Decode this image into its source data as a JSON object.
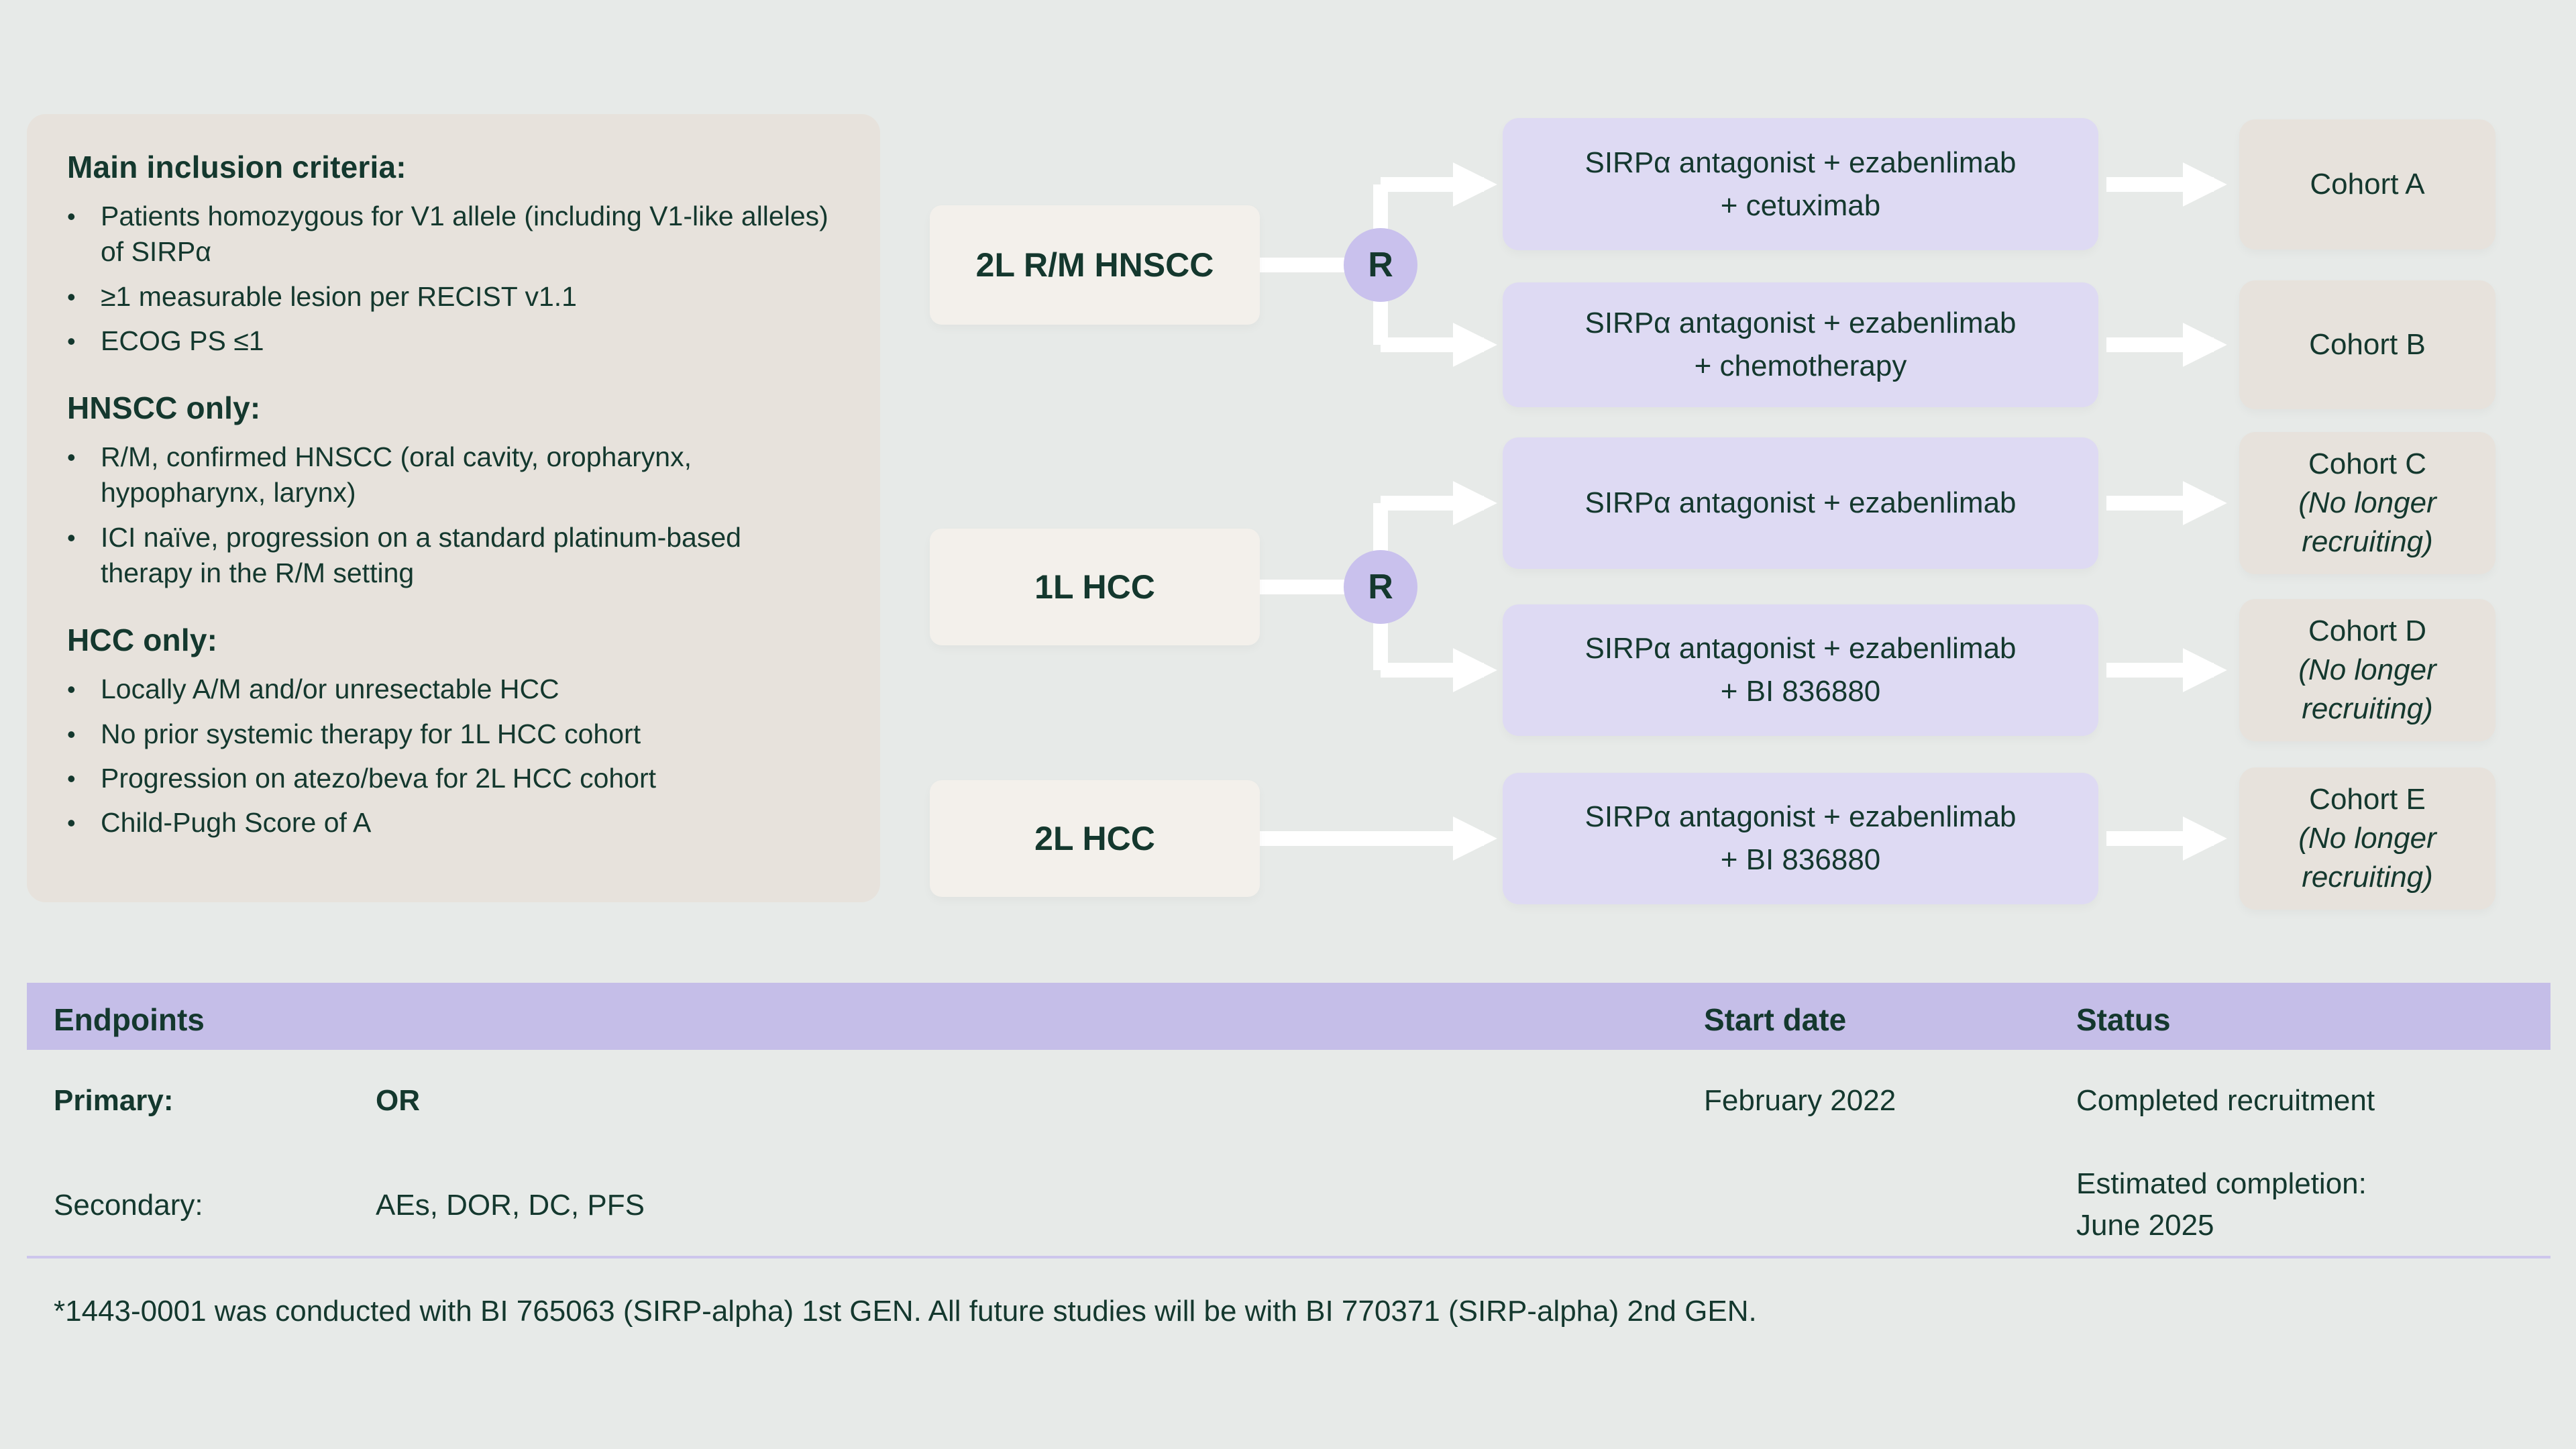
{
  "ui": {
    "bullet_char": "•"
  },
  "colors": {
    "page_background": "#e7eae8",
    "criteria_panel": "#e7e2dc",
    "stage_box": "#f3f0eb",
    "treatment_box": "#dedaf3",
    "randomization_circle": "#c9c1ed",
    "cohort_box": "#e7e2dc",
    "table_header": "#c5bee8",
    "divider": "#cdc6ec",
    "text": "#14382e",
    "arrows": "#ffffff"
  },
  "criteria": {
    "sections": [
      {
        "heading": "Main inclusion criteria:",
        "bullets": [
          "Patients homozygous for V1 allele (including V1-like alleles) of SIRPα",
          "≥1 measurable lesion per RECIST v1.1",
          "ECOG PS ≤1"
        ]
      },
      {
        "heading": "HNSCC only:",
        "bullets": [
          "R/M, confirmed HNSCC (oral cavity, oropharynx, hypopharynx, larynx)",
          "ICI naïve, progression on a standard platinum-based therapy in the R/M setting"
        ]
      },
      {
        "heading": "HCC only:",
        "bullets": [
          "Locally A/M and/or unresectable HCC",
          "No prior systemic therapy for 1L HCC cohort",
          "Progression on atezo/beva for 2L HCC cohort",
          "Child-Pugh Score of A"
        ]
      }
    ]
  },
  "flow": {
    "stages": [
      {
        "label": "2L R/M HNSCC",
        "randomized": true,
        "r_label": "R",
        "arms": [
          {
            "treatment_lines": [
              "SIRPα antagonist + ezabenlimab",
              "+ cetuximab"
            ],
            "cohort": "Cohort A",
            "note": ""
          },
          {
            "treatment_lines": [
              "SIRPα antagonist + ezabenlimab",
              "+ chemotherapy"
            ],
            "cohort": "Cohort B",
            "note": ""
          }
        ]
      },
      {
        "label": "1L HCC",
        "randomized": true,
        "r_label": "R",
        "arms": [
          {
            "treatment_lines": [
              "SIRPα antagonist + ezabenlimab"
            ],
            "cohort": "Cohort C",
            "note": "(No longer recruiting)"
          },
          {
            "treatment_lines": [
              "SIRPα antagonist + ezabenlimab",
              "+ BI 836880"
            ],
            "cohort": "Cohort D",
            "note": "(No longer recruiting)"
          }
        ]
      },
      {
        "label": "2L HCC",
        "randomized": false,
        "arms": [
          {
            "treatment_lines": [
              "SIRPα antagonist + ezabenlimab",
              "+ BI 836880"
            ],
            "cohort": "Cohort E",
            "note": "(No longer recruiting)"
          }
        ]
      }
    ]
  },
  "table": {
    "headers": [
      "Endpoints",
      "Start date",
      "Status"
    ],
    "rows": [
      {
        "label": "Primary:",
        "value": "OR",
        "start_date": "February 2022",
        "status": "Completed recruitment"
      },
      {
        "label": "Secondary:",
        "value": "AEs, DOR, DC, PFS",
        "start_date": "",
        "status_lines": [
          "Estimated completion:",
          "June 2025"
        ]
      }
    ]
  },
  "footnote": "*1443-0001 was conducted with BI 765063 (SIRP-alpha) 1st GEN. All future studies will be with BI 770371 (SIRP-alpha) 2nd GEN."
}
